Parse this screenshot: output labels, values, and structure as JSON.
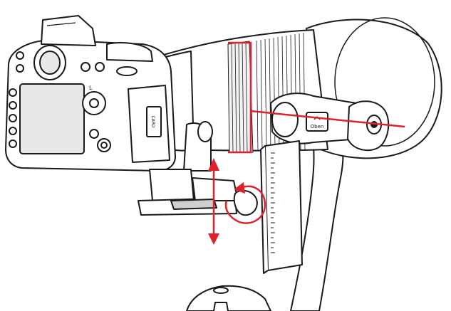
{
  "brand_label": "Oben",
  "camera_labels": {
    "card": "CARD",
    "lens_mark": "L"
  },
  "colors": {
    "line": "#1a1a1a",
    "accent": "#e0212b",
    "fill": "#ffffff",
    "shade": "#cfcfcf",
    "screen": "#e8e8e8"
  },
  "icons": [
    "up-down-arrow-icon",
    "rotate-arrow-icon",
    "lock-knob-icon",
    "scale-ticks"
  ]
}
